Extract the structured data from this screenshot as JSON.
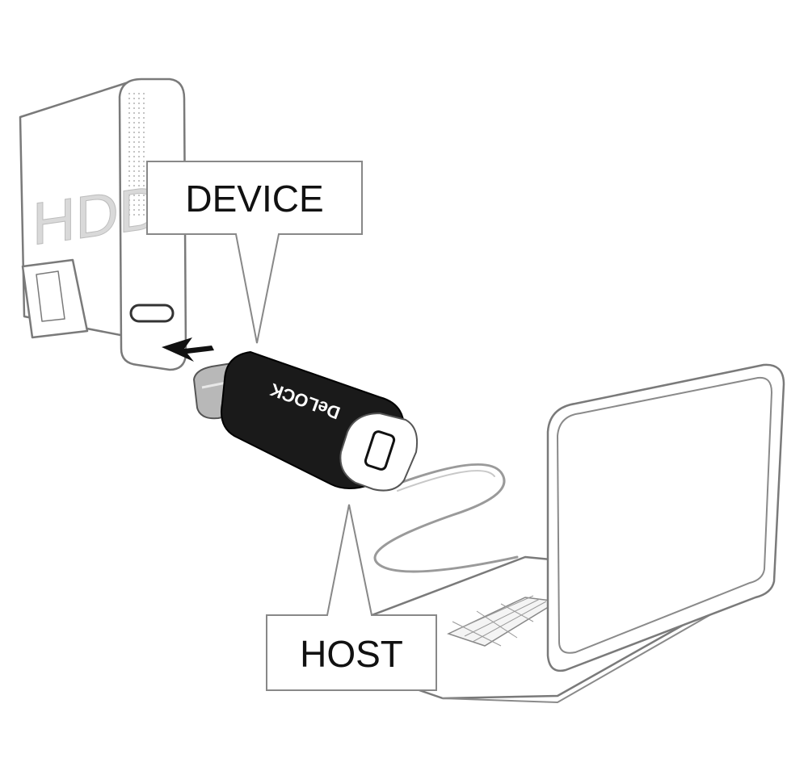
{
  "hdd": {
    "label": "HDD"
  },
  "callouts": {
    "device": "DEVICE",
    "host": "HOST"
  },
  "adapter": {
    "brand": "DeLOCK"
  },
  "colors": {
    "line": "#7a7a7a",
    "text": "#111111",
    "adapter_body": "#1a1a1a",
    "hdd_label": "#d8d8d8"
  },
  "icons": [
    "insert-arrow-icon",
    "usb-c-port-icon",
    "micro-usb-port-icon"
  ]
}
